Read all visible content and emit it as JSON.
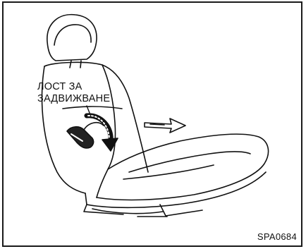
{
  "figure": {
    "callout": {
      "line1": "ЛОСТ ЗА",
      "line2": "ЗАДВИЖВАНЕ"
    },
    "code": "SPA0684"
  },
  "icons": {
    "lever": "recline-lever-icon",
    "arrow": "motion-arrow-icon"
  },
  "colors": {
    "ink": "#111111",
    "background": "#ffffff"
  }
}
